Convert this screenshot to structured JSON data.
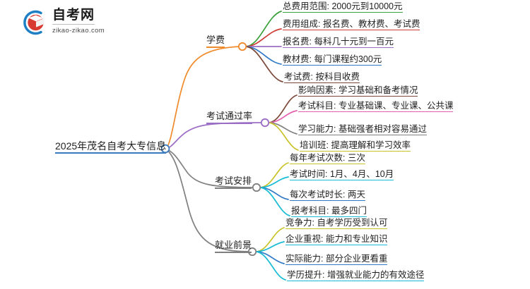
{
  "logo": {
    "title": "自考网",
    "subtitle": "zikao-zikao.com",
    "mark_icon": "book-in-circle-logo-icon",
    "arc_color": "#1f7fc4",
    "book_color": "#d83a32"
  },
  "mindmap": {
    "root": {
      "label": "2025年茂名自考大专信息",
      "color": "#3a7bbf"
    },
    "branches": [
      {
        "label": "学费",
        "color": "#ef8b2c",
        "children": [
          {
            "label": "总费用范围: 2000元到10000元",
            "color": "#3aa03a"
          },
          {
            "label": "费用组成: 报名费、教材费、考试费",
            "color": "#cf3b35"
          },
          {
            "label": "报名费: 每科几十元到一百元",
            "color": "#9b6dc4"
          },
          {
            "label": "教材费: 每门课程约300元",
            "color": "#2f79c6"
          },
          {
            "label": "考试费: 按科目收费",
            "color": "#7b4a3a"
          }
        ]
      },
      {
        "label": "考试通过率",
        "color": "#9b6dc4",
        "children": [
          {
            "label": "影响因素: 学习基础和备考情况",
            "color": "#7b4a3a"
          },
          {
            "label": "考试科目: 专业基础课、专业课、公共课",
            "color": "#e45fae"
          },
          {
            "label": "学习能力: 基础强者相对容易通过",
            "color": "#808080"
          },
          {
            "label": "培训班: 提高理解和学习效率",
            "color": "#c8c328"
          }
        ]
      },
      {
        "label": "考试安排",
        "color": "#808080",
        "children": [
          {
            "label": "每年考试次数: 三次",
            "color": "#c8c328"
          },
          {
            "label": "考试时间: 1月、4月、10月",
            "color": "#18bcd4"
          },
          {
            "label": "每次考试时长: 两天",
            "color": "#2f79c6"
          },
          {
            "label": "报考科目: 最多四门",
            "color": "#18bcd4"
          }
        ]
      },
      {
        "label": "就业前景",
        "color": "#808080",
        "children": [
          {
            "label": "竞争力: 自考学历受到认可",
            "color": "#c8c328"
          },
          {
            "label": "企业重视: 能力和专业知识",
            "color": "#18bcd4"
          },
          {
            "label": "实际能力: 部分企业更看重",
            "color": "#2f79c6"
          },
          {
            "label": "学历提升: 增强就业能力的有效途径",
            "color": "#18bcd4"
          }
        ]
      }
    ]
  }
}
